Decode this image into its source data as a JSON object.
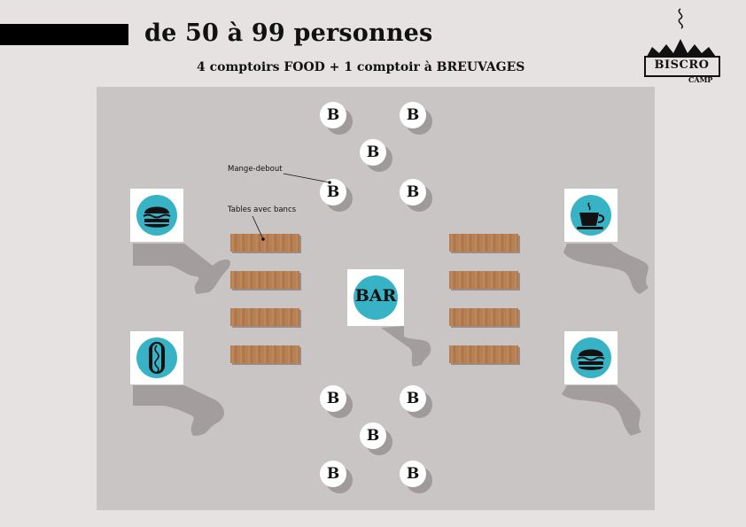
{
  "header": {
    "title": "de 50 à 99 personnes",
    "subtitle": "4 comptoirs FOOD + 1 comptoir à BREUVAGES"
  },
  "logo": {
    "name": "BISCRO",
    "sub": "CAMP"
  },
  "labels": {
    "mange_debout": "Mange-debout",
    "tables": "Tables avec bancs"
  },
  "bar": {
    "label": "BAR"
  },
  "stools": {
    "glyph": "B"
  },
  "counters": [
    {
      "icon": "burger-icon"
    },
    {
      "icon": "hotdog-icon"
    },
    {
      "icon": "coffee-cup-icon"
    },
    {
      "icon": "burger-icon"
    }
  ],
  "colors": {
    "accent": "#38b3c5",
    "floor": "#c9c5c5",
    "background": "#e6e2e2",
    "wood": "#b17a4d"
  }
}
